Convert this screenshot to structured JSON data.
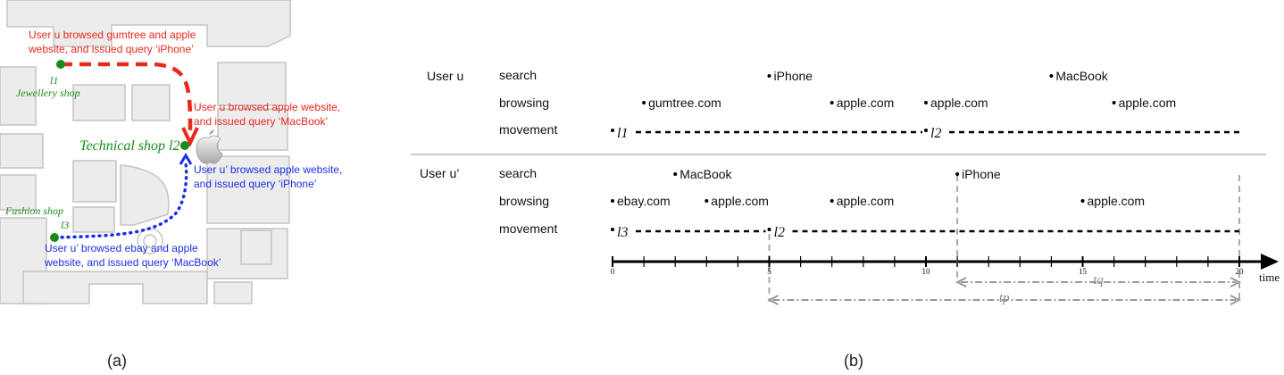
{
  "map": {
    "annotations": {
      "u_gumtree": [
        "User u browsed gumtree and apple",
        "website, and issued query ‘iPhone’"
      ],
      "u_macbook": [
        "User u browsed apple website,",
        "and issued query ‘MacBook’"
      ],
      "u2_iphone": [
        "User u’ browsed apple website,",
        "and issued query ‘iPhone’"
      ],
      "u2_ebay": [
        "User u’ browsed ebay and apple",
        "website, and issued query ‘MacBook’"
      ]
    },
    "places": {
      "jewellery": {
        "marker": "l1",
        "name": "Jewellery shop"
      },
      "technical": {
        "marker": "l2",
        "name": "Technical shop"
      },
      "fashion": {
        "marker": "l3",
        "name": "Fashion shop"
      }
    },
    "colors": {
      "user_u": "#e8291c",
      "user_u2": "#1a2ee6",
      "place": "#1a8a1a"
    }
  },
  "timeline": {
    "users": [
      {
        "name": "User u",
        "rows": [
          "search",
          "browsing",
          "movement"
        ],
        "search": [
          {
            "t": 5,
            "label": "iPhone"
          },
          {
            "t": 14,
            "label": "MacBook"
          }
        ],
        "browsing": [
          {
            "t": 1,
            "label": "gumtree.com"
          },
          {
            "t": 7,
            "label": "apple.com"
          },
          {
            "t": 10,
            "label": "apple.com"
          },
          {
            "t": 16,
            "label": "apple.com"
          }
        ],
        "movement": [
          {
            "t": 0,
            "label": "l1"
          },
          {
            "t": 10,
            "label": "l2"
          }
        ]
      },
      {
        "name": "User u’",
        "rows": [
          "search",
          "browsing",
          "movement"
        ],
        "search": [
          {
            "t": 2,
            "label": "MacBook"
          },
          {
            "t": 11,
            "label": "iPhone"
          }
        ],
        "browsing": [
          {
            "t": 0,
            "label": "ebay.com"
          },
          {
            "t": 3,
            "label": "apple.com"
          },
          {
            "t": 7,
            "label": "apple.com"
          },
          {
            "t": 15,
            "label": "apple.com"
          }
        ],
        "movement": [
          {
            "t": 0,
            "label": "l3"
          },
          {
            "t": 5,
            "label": "l2"
          }
        ]
      }
    ],
    "axis": {
      "label": "time",
      "min": 0,
      "max": 20,
      "ticks": [
        0,
        5,
        10,
        15,
        20
      ]
    },
    "windows": [
      {
        "label": "tq",
        "start": 11,
        "end": 20
      },
      {
        "label": "tp",
        "start": 5,
        "end": 20
      }
    ]
  },
  "captions": {
    "a": "(a)",
    "b": "(b)"
  }
}
